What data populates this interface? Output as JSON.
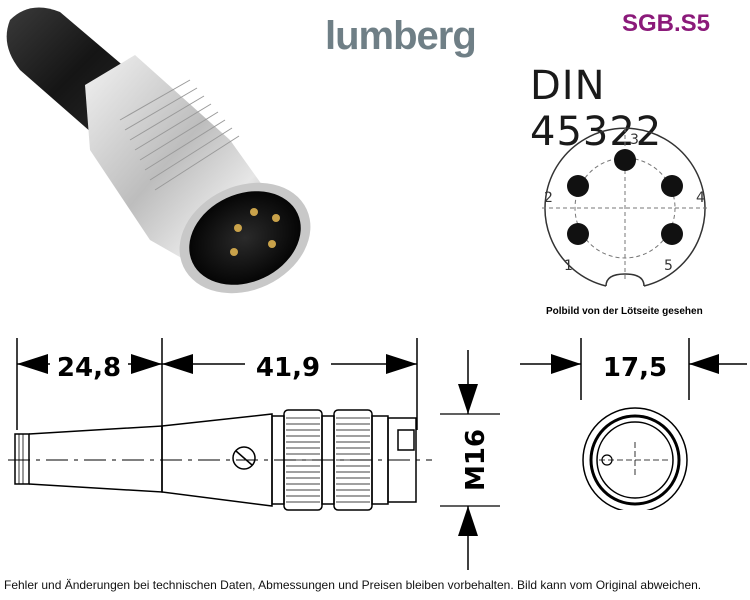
{
  "header": {
    "brand": "lumberg",
    "model": "SGB.S5",
    "standard": "DIN 45322"
  },
  "pin_diagram": {
    "pins": [
      "1",
      "2",
      "3",
      "4",
      "5"
    ],
    "caption": "Polbild von der Lötseite gesehen"
  },
  "dimensions": {
    "length_cable_part": "24,8",
    "length_body": "41,9",
    "thread": "M16",
    "diameter": "17,5"
  },
  "footer": {
    "disclaimer": "Fehler und Änderungen bei technischen Daten, Abmessungen und Preisen bleiben vorbehalten. Bild kann vom Original abweichen."
  },
  "colors": {
    "brand": "#6f7f86",
    "model": "#8b1a7a"
  }
}
